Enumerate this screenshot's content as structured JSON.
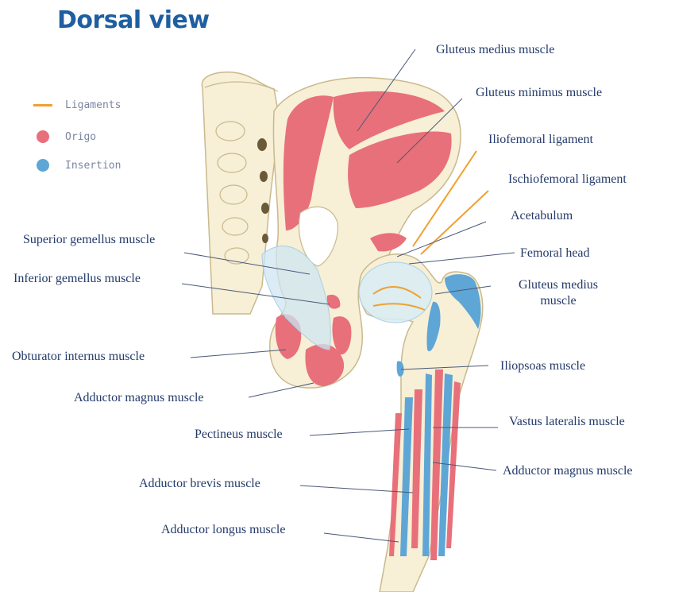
{
  "title": "Dorsal view",
  "legend": [
    {
      "label": "Ligaments",
      "kind": "line",
      "color": "#f0a030"
    },
    {
      "label": "Origo",
      "kind": "dot",
      "color": "#e8707a"
    },
    {
      "label": "Insertion",
      "kind": "dot",
      "color": "#5ea6d6"
    }
  ],
  "colors": {
    "bone": "#f7efd6",
    "bone_outline": "#c9b98d",
    "origo": "#e8707a",
    "insertion": "#5ea6d6",
    "ligament": "#f0a030",
    "label_text": "#233a6a",
    "title": "#1f5fa0"
  },
  "labels": {
    "gluteus_medius_muscle": "Gluteus medius muscle",
    "gluteus_minimus_muscle": "Gluteus minimus muscle",
    "iliofemoral_ligament": "Iliofemoral ligament",
    "ischiofemoral_ligament": "Ischiofemoral ligament",
    "acetabulum": "Acetabulum",
    "femoral_head": "Femoral head",
    "gluteus_medius_muscle_2_line1": "Gluteus medius",
    "gluteus_medius_muscle_2_line2": "muscle",
    "iliopsoas_muscle": "Iliopsoas muscle",
    "vastus_lateralis_muscle": "Vastus lateralis muscle",
    "adductor_magnus_muscle_right": "Adductor magnus muscle",
    "superior_gemellus_muscle": "Superior gemellus muscle",
    "inferior_gemellus_muscle": "Inferior gemellus muscle",
    "obturator_internus_muscle": "Obturator internus muscle",
    "adductor_magnus_muscle_left": "Adductor magnus muscle",
    "pectineus_muscle": "Pectineus muscle",
    "adductor_brevis_muscle": "Adductor brevis muscle",
    "adductor_longus_muscle": "Adductor longus muscle"
  }
}
